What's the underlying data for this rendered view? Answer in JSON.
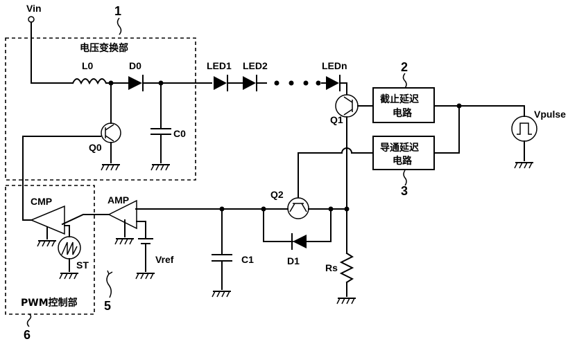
{
  "labels": {
    "vin": "Vin",
    "voltage_converter": "电压变换部",
    "l0": "L0",
    "d0": "D0",
    "c0": "C0",
    "q0": "Q0",
    "led1": "LED1",
    "led2": "LED2",
    "ledn": "LEDn",
    "q1": "Q1",
    "cutoff_delay_1": "截止延迟",
    "cutoff_delay_2": "电路",
    "conduct_delay_1": "导通延迟",
    "conduct_delay_2": "电路",
    "vpulse": "Vpulse",
    "cmp": "CMP",
    "amp": "AMP",
    "st": "ST",
    "vref": "Vref",
    "c1": "C1",
    "q2": "Q2",
    "d1": "D1",
    "rs": "Rs",
    "pwm_control": "PWM控制部"
  },
  "callouts": {
    "n1": "1",
    "n2": "2",
    "n3": "3",
    "n5": "5",
    "n6": "6"
  }
}
